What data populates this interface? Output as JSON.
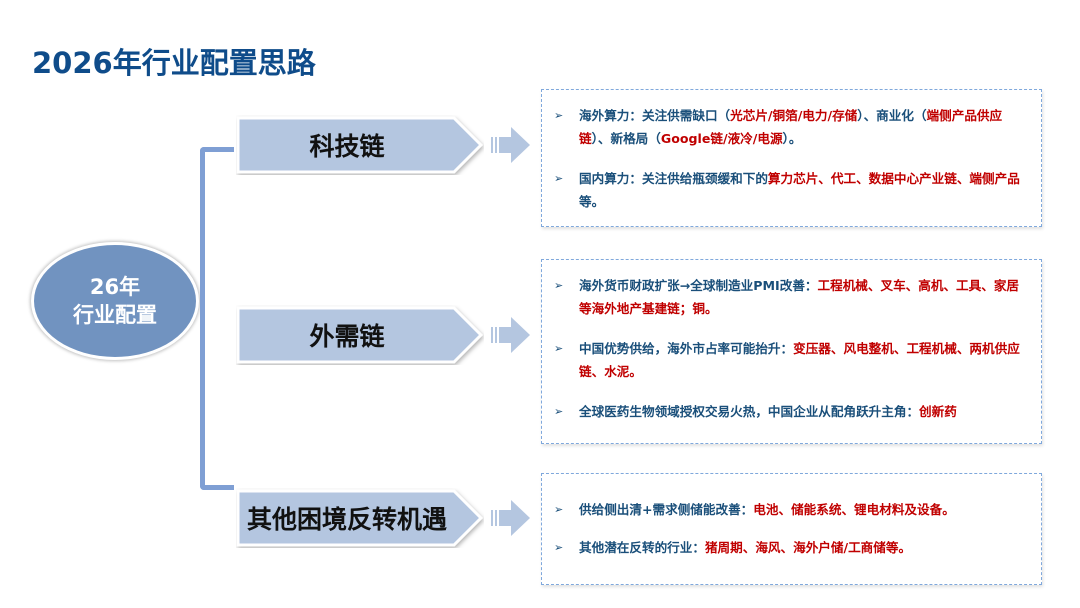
{
  "title": "2026年行业配置思路",
  "center": {
    "line1": "26年",
    "line2": "行业配置"
  },
  "colors": {
    "title": "#0f4c8a",
    "oval_fill": "#7193c0",
    "pentagon_fill": "#b4c6e0",
    "bracket": "#7f9fd4",
    "arrow": "#b4c6e0",
    "panel_border": "#7fa8dc",
    "body_text": "#1a4f7a",
    "highlight": "#c00000"
  },
  "icons": {
    "bullet": "arrowhead-bullet-icon",
    "connector": "striped-right-arrow-icon"
  },
  "branches": [
    {
      "label": "科技链",
      "bullets": [
        {
          "segments": [
            {
              "text": "海外算力：关注供需缺口（",
              "hl": false
            },
            {
              "text": "光芯片/铜箔/电力/存储",
              "hl": true
            },
            {
              "text": "）、商业化（",
              "hl": false
            },
            {
              "text": "端侧产品供应链",
              "hl": true
            },
            {
              "text": "）、新格局（",
              "hl": false
            },
            {
              "text": "Google链/液冷/电源",
              "hl": true
            },
            {
              "text": "）。",
              "hl": false
            }
          ]
        },
        {
          "segments": [
            {
              "text": "国内算力：关注供给瓶颈缓和下的",
              "hl": false
            },
            {
              "text": "算力芯片、代工、数据中心产业链、端侧产品",
              "hl": true
            },
            {
              "text": "等。",
              "hl": false
            }
          ]
        }
      ]
    },
    {
      "label": "外需链",
      "bullets": [
        {
          "segments": [
            {
              "text": "海外货币财政扩张→全球制造业PMI改善：",
              "hl": false
            },
            {
              "text": "工程机械、叉车、高机、工具、家居等海外地产基建链；铜。",
              "hl": true
            }
          ]
        },
        {
          "segments": [
            {
              "text": "中国优势供给，海外市占率可能抬升：",
              "hl": false
            },
            {
              "text": "变压器、风电整机、工程机械、两机供应链、水泥。",
              "hl": true
            }
          ]
        },
        {
          "segments": [
            {
              "text": "全球医药生物领域授权交易火热，中国企业从配角跃升主角：",
              "hl": false
            },
            {
              "text": "创新药",
              "hl": true
            }
          ]
        }
      ]
    },
    {
      "label": "其他困境反转机遇",
      "bullets": [
        {
          "segments": [
            {
              "text": "供给侧出清+需求侧储能改善：",
              "hl": false
            },
            {
              "text": "电池、储能系统、锂电材料及设备。",
              "hl": true
            }
          ]
        },
        {
          "segments": [
            {
              "text": "其他潜在反转的行业：",
              "hl": false
            },
            {
              "text": "猪周期、海风、海外户储/工商储等。",
              "hl": true
            }
          ]
        }
      ]
    }
  ]
}
